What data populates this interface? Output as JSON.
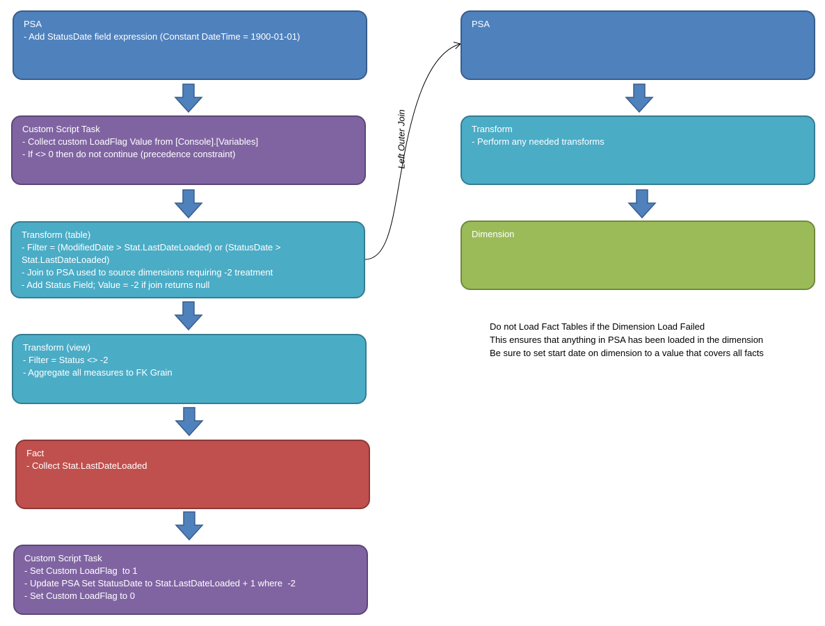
{
  "left_column": {
    "psa": {
      "title": "PSA",
      "lines": [
        "- Add StatusDate field expression (Constant DateTime = 1900-01-01)"
      ]
    },
    "script_task_1": {
      "title": "Custom Script Task",
      "lines": [
        "- Collect custom LoadFlag Value from [Console].[Variables]",
        "- If <> 0 then do not continue (precedence constraint)"
      ]
    },
    "transform_table": {
      "title": "Transform (table)",
      "lines": [
        "- Filter = (ModifiedDate > Stat.LastDateLoaded) or (StatusDate >",
        "Stat.LastDateLoaded)",
        "- Join to PSA used to source dimensions requiring -2 treatment",
        "- Add Status Field; Value = -2 if join returns null"
      ]
    },
    "transform_view": {
      "title": "Transform (view)",
      "lines": [
        "- Filter = Status <> -2",
        "- Aggregate all measures to FK Grain"
      ]
    },
    "fact": {
      "title": "Fact",
      "lines": [
        "- Collect Stat.LastDateLoaded"
      ]
    },
    "script_task_2": {
      "title": "Custom Script Task",
      "lines": [
        "- Set Custom LoadFlag  to 1",
        "- Update PSA Set StatusDate to Stat.LastDateLoaded + 1 where  -2",
        "- Set Custom LoadFlag to 0"
      ]
    }
  },
  "right_column": {
    "psa": {
      "title": "PSA"
    },
    "transform": {
      "title": "Transform",
      "lines": [
        "- Perform any needed transforms"
      ]
    },
    "dimension": {
      "title": "Dimension"
    }
  },
  "connector_label": "Left Outer Join",
  "notes": [
    "Do not Load Fact Tables if the Dimension Load Failed",
    "This ensures that anything in PSA has been loaded in the dimension",
    "Be sure to set start date on dimension to a value that covers all facts"
  ],
  "colors": {
    "psa": "#4f81bd",
    "script_task": "#8064a2",
    "transform": "#4bacc6",
    "fact": "#c0504d",
    "dimension": "#9bbb59",
    "arrow": "#4f81bd"
  }
}
